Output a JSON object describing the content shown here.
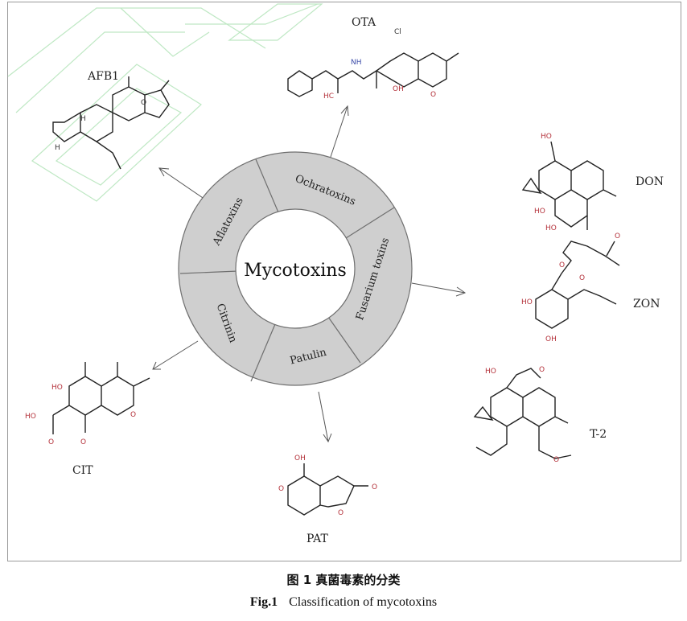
{
  "center": {
    "title": "Mycotoxins"
  },
  "segments": [
    {
      "label": "Ochratoxins"
    },
    {
      "label": "Fusarium toxins"
    },
    {
      "label": "Patulin"
    },
    {
      "label": "Citrinin"
    },
    {
      "label": "Aflatoxins"
    }
  ],
  "toxins": {
    "afb1": "AFB1",
    "ota": "OTA",
    "don": "DON",
    "zon": "ZON",
    "t2": "T-2",
    "cit": "CIT",
    "pat": "PAT"
  },
  "caption": {
    "chinese": "图 1  真菌毒素的分类",
    "fig_label": "Fig.1",
    "english": "Classification of mycotoxins"
  },
  "colors": {
    "segment_fill": "#cfcfcf",
    "watermark": "#bfe8c4",
    "heteroatom_oxygen": "#b4313a",
    "heteroatom_nitrogen": "#3b4aa8"
  }
}
